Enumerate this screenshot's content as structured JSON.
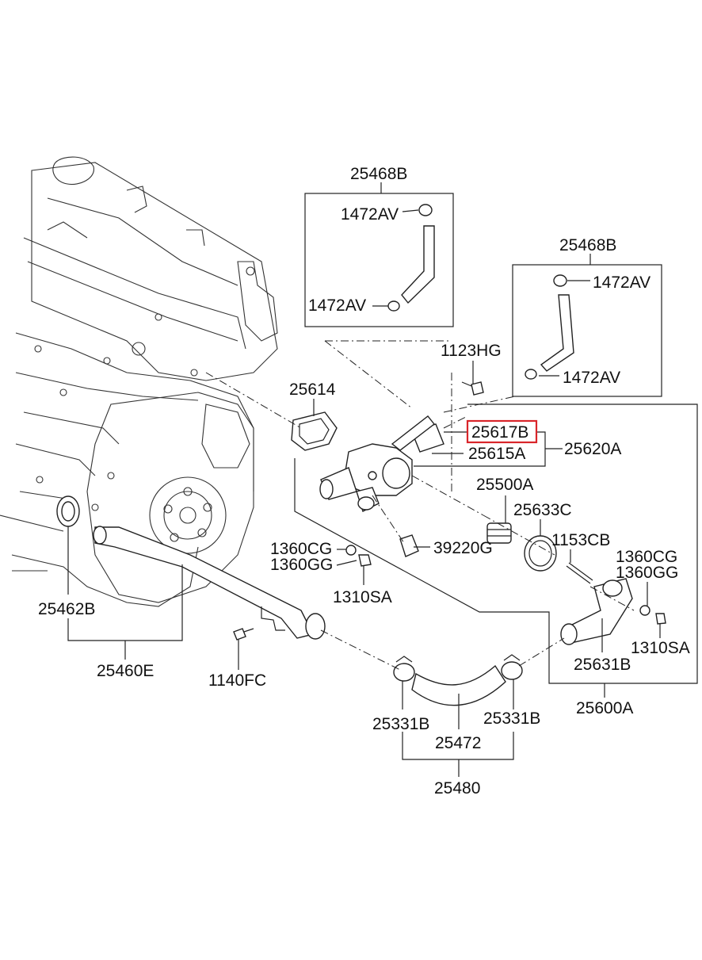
{
  "highlight_color": "#d9252a",
  "parts": {
    "p_25468B_left": "25468B",
    "p_1472AV_tl": "1472AV",
    "p_1472AV_bl": "1472AV",
    "p_25468B_right": "25468B",
    "p_1472AV_tr": "1472AV",
    "p_1472AV_br": "1472AV",
    "p_1123HG": "1123HG",
    "p_25614": "25614",
    "p_25617B": "25617B",
    "p_25615A": "25615A",
    "p_25620A": "25620A",
    "p_25500A": "25500A",
    "p_25633C": "25633C",
    "p_1153CB": "1153CB",
    "p_1360CG_l": "1360CG",
    "p_1360GG_l": "1360GG",
    "p_39220G": "39220G",
    "p_1310SA_l": "1310SA",
    "p_1360CG_r": "1360CG",
    "p_1360GG_r": "1360GG",
    "p_1310SA_r": "1310SA",
    "p_25631B": "25631B",
    "p_25600A": "25600A",
    "p_25462B": "25462B",
    "p_25460E": "25460E",
    "p_1140FC": "1140FC",
    "p_25331B_l": "25331B",
    "p_25331B_r": "25331B",
    "p_25472": "25472",
    "p_25480": "25480"
  }
}
